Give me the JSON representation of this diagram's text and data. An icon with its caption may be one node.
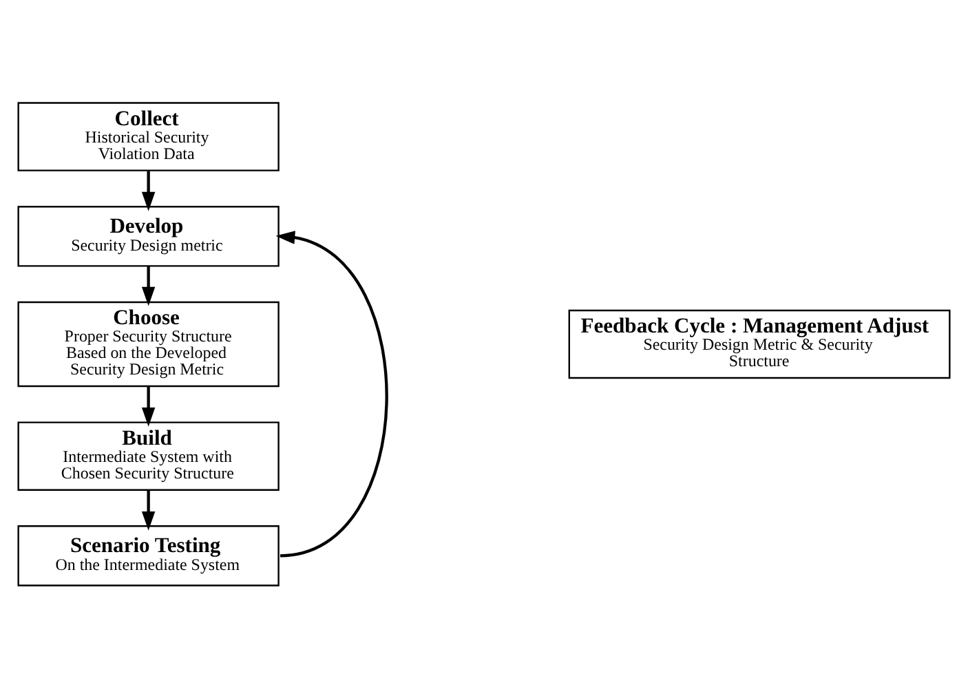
{
  "diagram": {
    "nodes": [
      {
        "text": [
          "Collect",
          "Historical Security Violation Data"
        ]
      },
      {
        "text": [
          "Develop",
          "Security Design metric"
        ]
      },
      {
        "text": [
          "Choose",
          "Proper Security Structure Based on the Developed Security Design Metric"
        ]
      },
      {
        "text": [
          "Build",
          "Intermediate System with Chosen Security Structure"
        ]
      },
      {
        "text": [
          "Scenario Testing",
          "On the Intermediate System"
        ]
      },
      {
        "text": [
          "Feedback Cycle : Management Adjust",
          "Security Design Metric & Security Structure"
        ]
      }
    ],
    "edges": [
      {
        "from": 0,
        "to": 1,
        "arrow": "to"
      },
      {
        "from": 1,
        "to": 2,
        "arrow": "to"
      },
      {
        "from": 2,
        "to": 3,
        "arrow": "to"
      },
      {
        "from": 3,
        "to": 4,
        "arrow": "to"
      },
      {
        "from": 4,
        "to": 1,
        "arrow": "to"
      }
    ]
  }
}
